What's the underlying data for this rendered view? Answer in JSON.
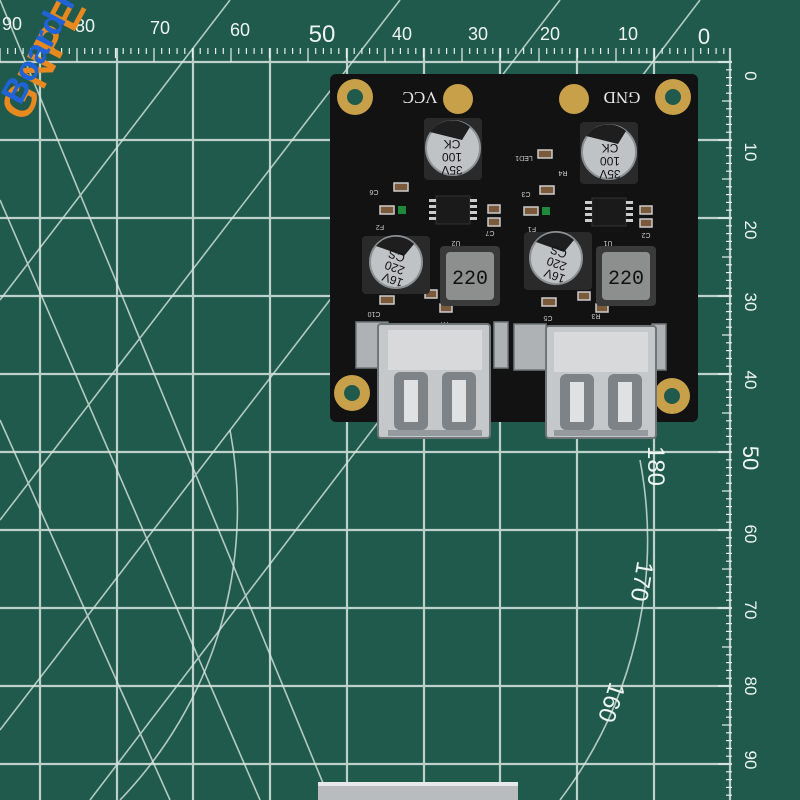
{
  "watermark": {
    "brand": "GNPE",
    "subtitle": "Board Factory",
    "brand_color": "#e8891f",
    "subtitle_color": "#1f63d6"
  },
  "ruler": {
    "top_labels": [
      "90",
      "80",
      "70",
      "60",
      "50",
      "40",
      "30",
      "20",
      "10",
      "0"
    ],
    "right_labels": [
      "0",
      "10",
      "20",
      "30",
      "40",
      "50",
      "60",
      "70",
      "80",
      "90"
    ],
    "arc_labels": [
      "180",
      "170",
      "160"
    ]
  },
  "board": {
    "silkscreen": {
      "vcc": "VCC",
      "gnd": "GND",
      "led": "LED1",
      "r4": "R4",
      "c3": "C3",
      "c6": "C6",
      "c7": "C7",
      "f1": "F1",
      "f2": "F2",
      "u1": "U1",
      "u2": "U2",
      "c2": "C2",
      "c10": "C10",
      "c5": "C5",
      "r3": "R3",
      "r7": "R7"
    },
    "cap_large_left": [
      "CK",
      "100",
      "35V"
    ],
    "cap_large_right": [
      "CK",
      "100",
      "35V"
    ],
    "cap_small_left": [
      "CS",
      "220",
      "16V"
    ],
    "cap_small_right": [
      "CS",
      "220",
      "16V"
    ],
    "inductor_left": "220",
    "inductor_right": "220"
  },
  "colors": {
    "mat": "#1f5a4c",
    "grid": "#d9e6e1",
    "board": "#121212",
    "gold": "#c9a04a"
  }
}
